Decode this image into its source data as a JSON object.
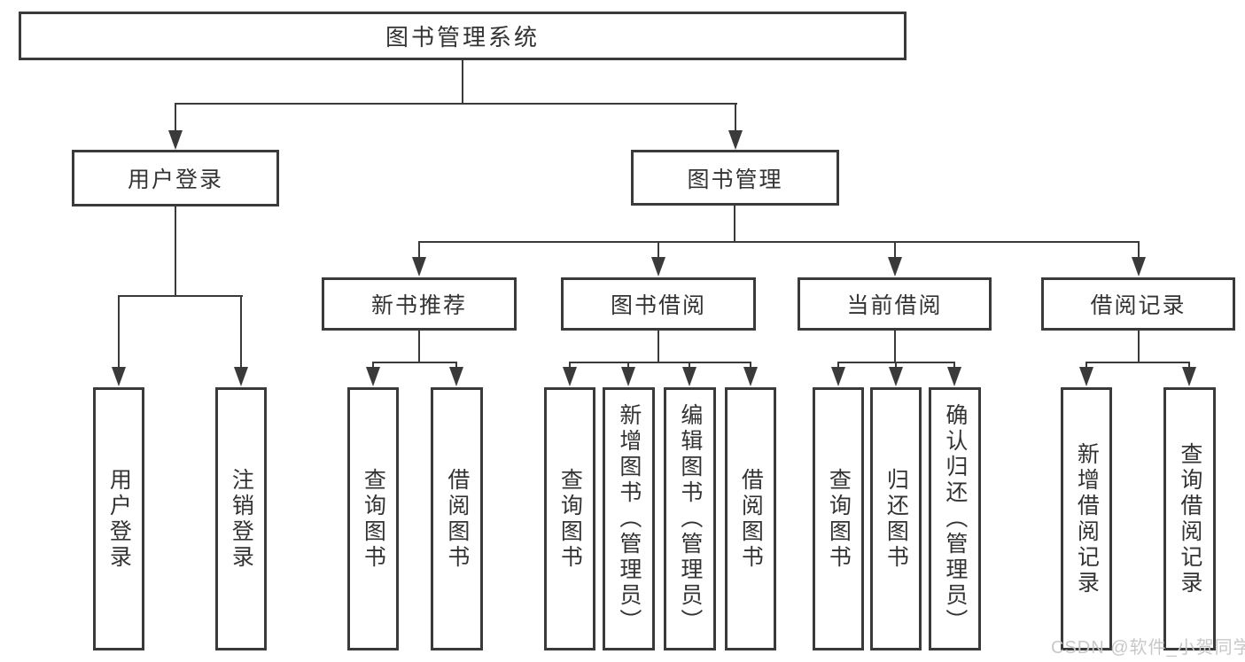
{
  "tree": {
    "root": {
      "label": "图书管理系统"
    },
    "branches": [
      {
        "label": "用户登录",
        "children": [
          "用户登录",
          "注销登录"
        ]
      },
      {
        "label": "图书管理",
        "children": [
          {
            "label": "新书推荐",
            "children": [
              "查询图书",
              "借阅图书"
            ]
          },
          {
            "label": "图书借阅",
            "children": [
              "查询图书",
              "新增图书（管理员）",
              "编辑图书（管理员）",
              "借阅图书"
            ]
          },
          {
            "label": "当前借阅",
            "children": [
              "查询图书",
              "归还图书",
              "确认归还（管理员）"
            ]
          },
          {
            "label": "借阅记录",
            "children": [
              "新增借阅记录",
              "查询借阅记录"
            ]
          }
        ]
      }
    ]
  },
  "watermark": {
    "text": "CSDN @软件_小贺同学"
  },
  "colors": {
    "line": "#3a3a3a",
    "text": "#333333",
    "watermark": "#c8c8c8",
    "background": "#ffffff"
  }
}
